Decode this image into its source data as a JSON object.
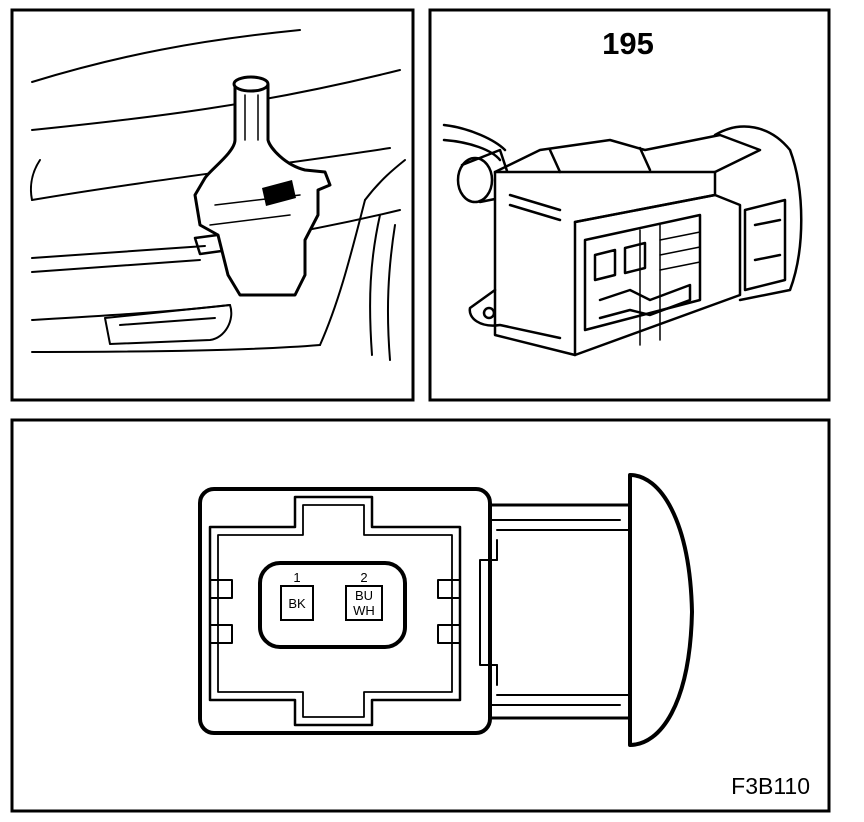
{
  "panels": {
    "location": {},
    "connector_view": {
      "number": "195"
    },
    "pin_face": {
      "pins": [
        {
          "number": "1",
          "color": "BK"
        },
        {
          "number": "2",
          "color_line1": "BU",
          "color_line2": "WH"
        }
      ]
    }
  },
  "figure_code": "F3B110"
}
